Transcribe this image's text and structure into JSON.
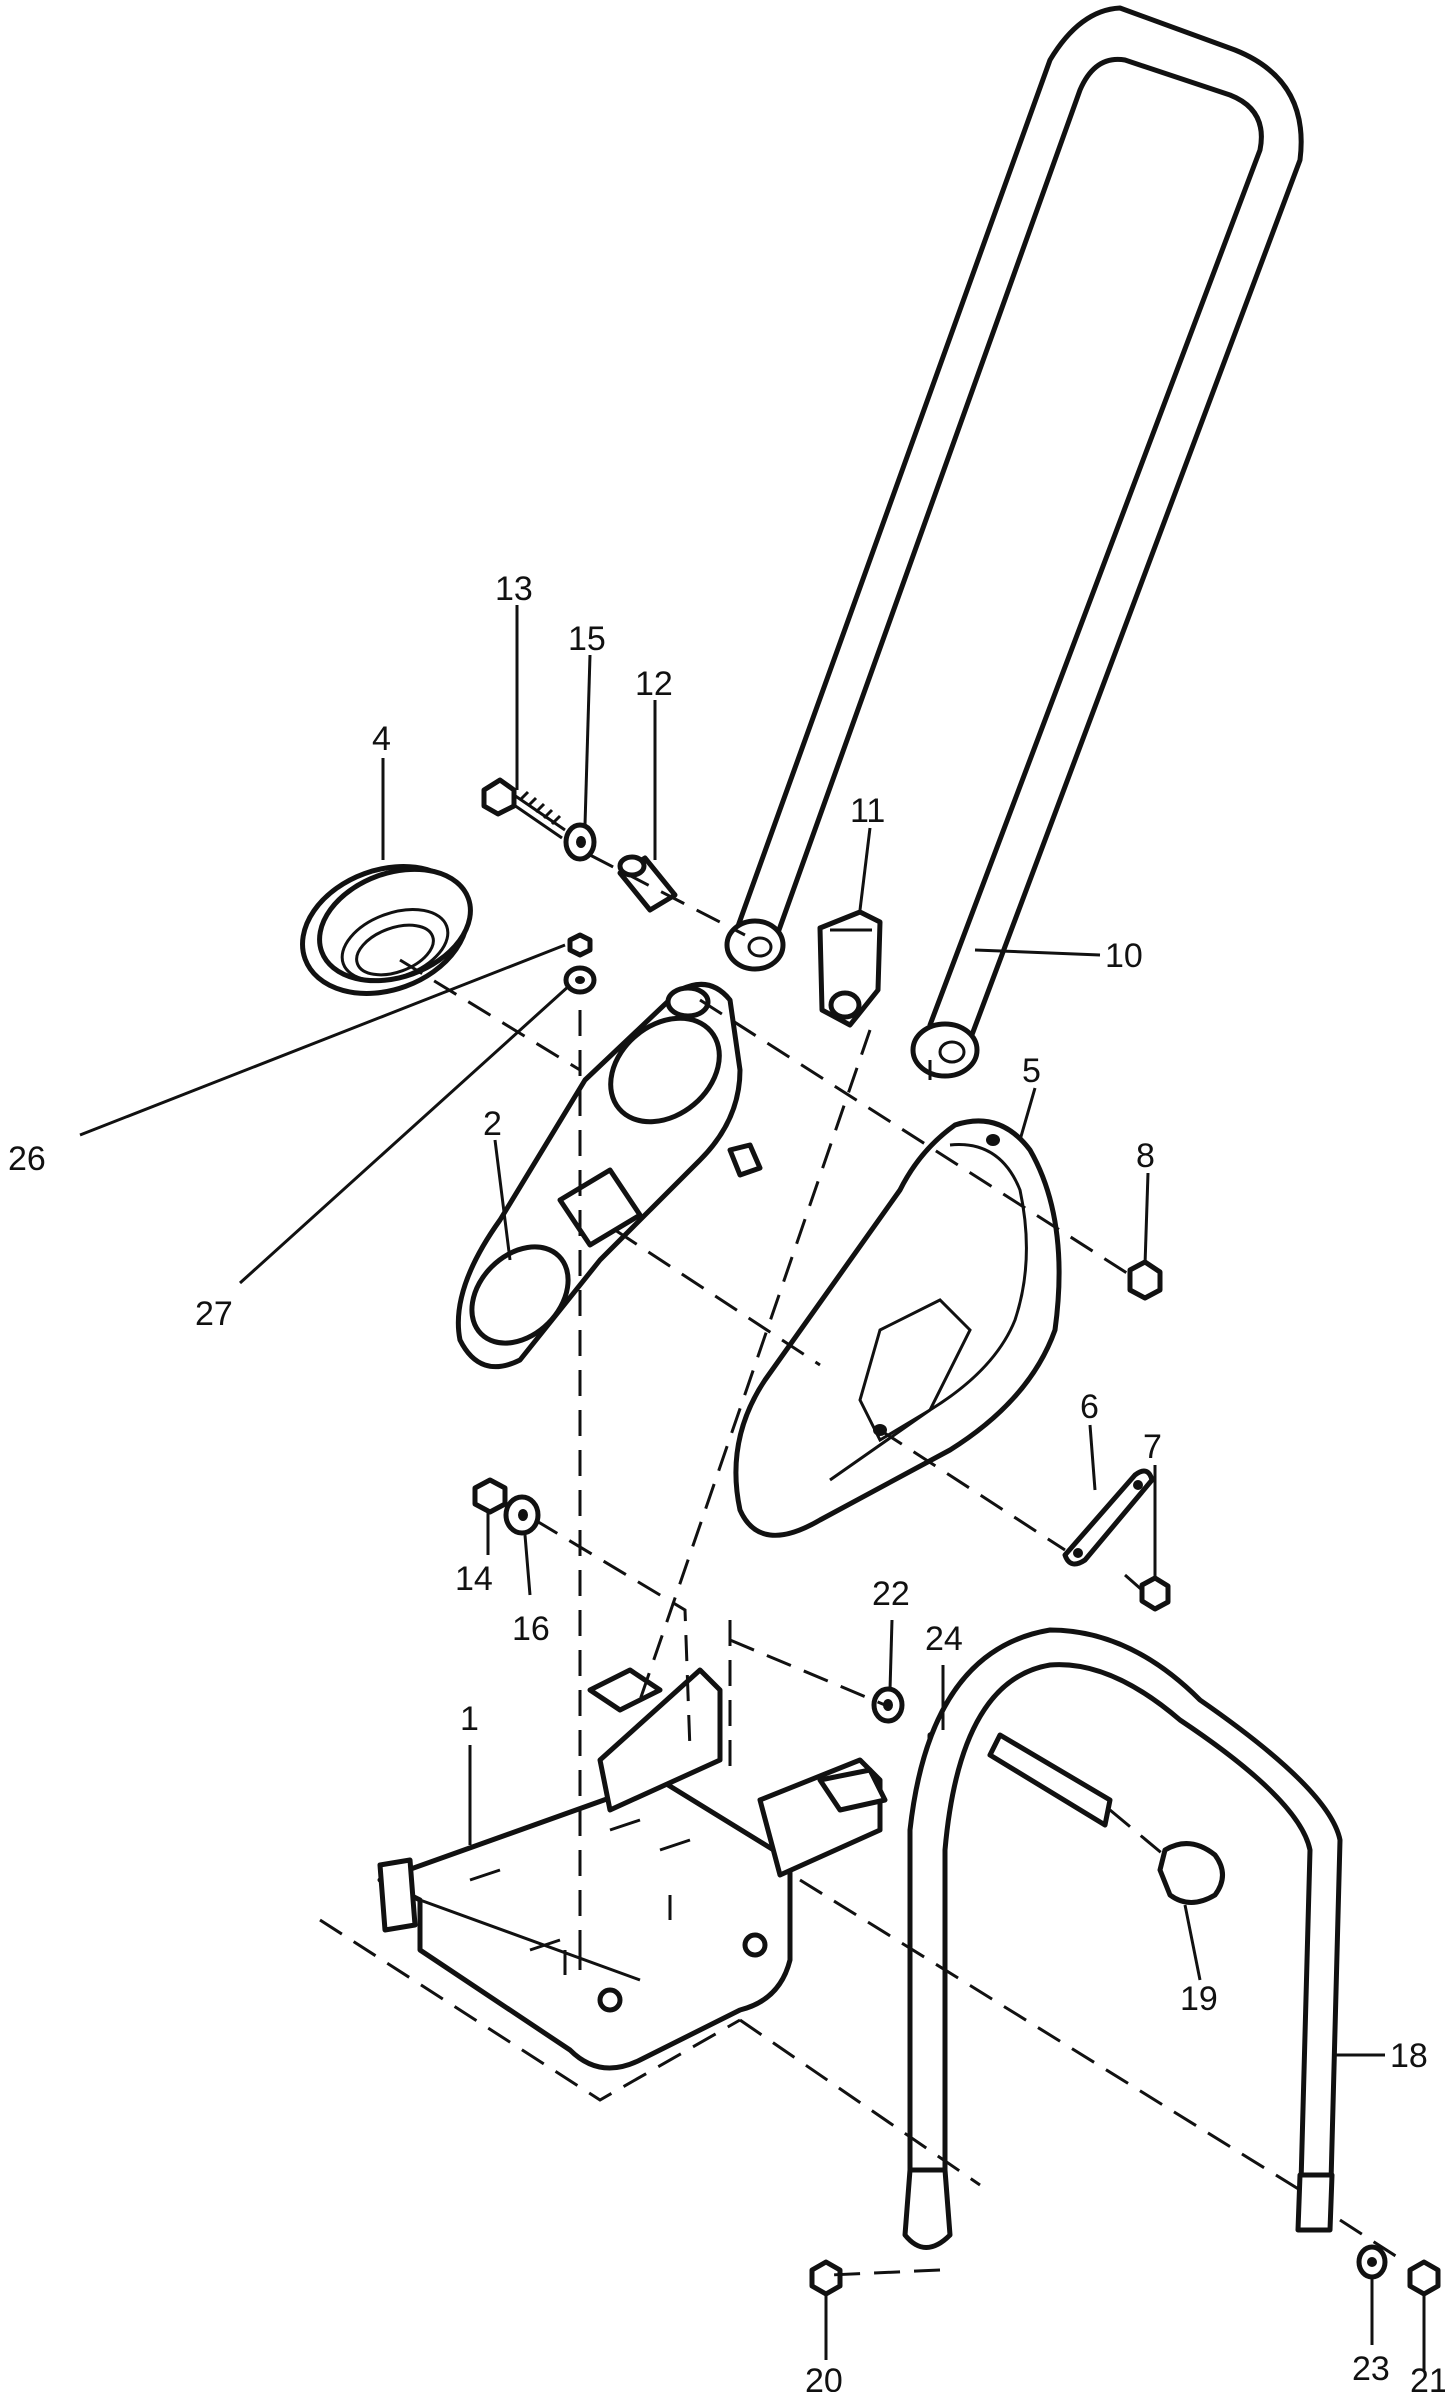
{
  "callouts": [
    {
      "id": "c1",
      "number": "1"
    },
    {
      "id": "c2",
      "number": "2"
    },
    {
      "id": "c4",
      "number": "4"
    },
    {
      "id": "c5",
      "number": "5"
    },
    {
      "id": "c6",
      "number": "6"
    },
    {
      "id": "c7",
      "number": "7"
    },
    {
      "id": "c8",
      "number": "8"
    },
    {
      "id": "c10",
      "number": "10"
    },
    {
      "id": "c11",
      "number": "11"
    },
    {
      "id": "c12",
      "number": "12"
    },
    {
      "id": "c13",
      "number": "13"
    },
    {
      "id": "c14",
      "number": "14"
    },
    {
      "id": "c15",
      "number": "15"
    },
    {
      "id": "c16",
      "number": "16"
    },
    {
      "id": "c18",
      "number": "18"
    },
    {
      "id": "c19",
      "number": "19"
    },
    {
      "id": "c20",
      "number": "20"
    },
    {
      "id": "c21",
      "number": "21"
    },
    {
      "id": "c22",
      "number": "22"
    },
    {
      "id": "c23",
      "number": "23"
    },
    {
      "id": "c24",
      "number": "24"
    },
    {
      "id": "c26",
      "number": "26"
    },
    {
      "id": "c27",
      "number": "27"
    }
  ]
}
